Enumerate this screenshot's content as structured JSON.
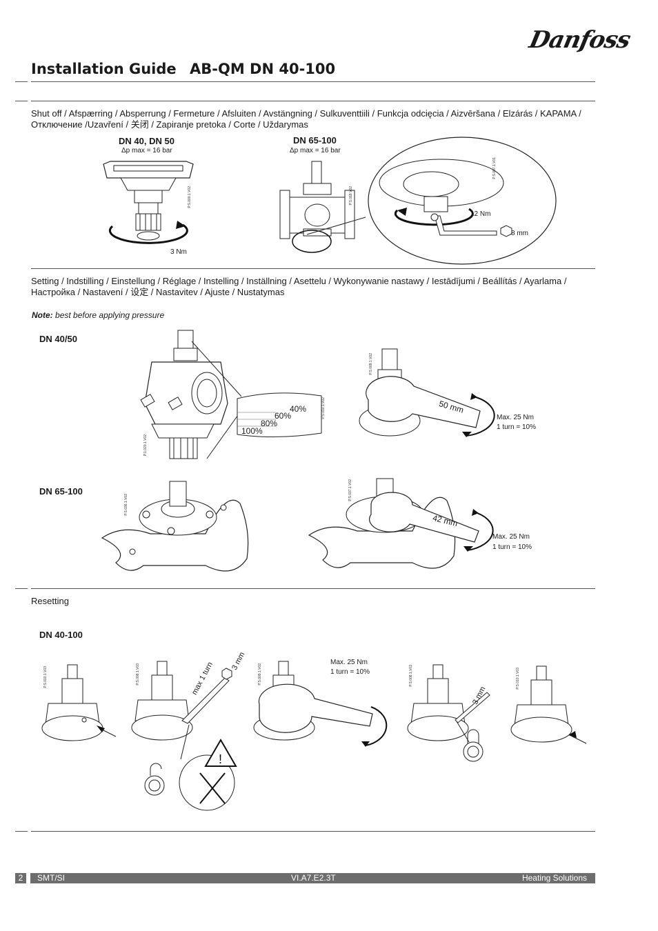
{
  "brand": {
    "logo_text": "Danfoss"
  },
  "header": {
    "title": "Installation Guide",
    "product": "AB-QM DN 40-100"
  },
  "shutoff": {
    "languages": "Shut off / Afspærring / Absperrung / Fermeture / Afsluiten / Avstängning / Sulkuventtiili / Funkcja odcięcia / Aizvēršana / Elzárás / KAPAMA / Отключение /Uzavření / 关闭 / Zapiranje pretoka / Corte / Uždarymas",
    "left": {
      "dn": "DN 40, DN 50",
      "dp": "Δp max = 16 bar",
      "torque": "3 Nm",
      "code": "P.S.000.1.V02"
    },
    "right": {
      "dn": "DN 65-100",
      "dp": "Δp max = 16 bar",
      "torque": "12 Nm",
      "key": "8 mm",
      "code": "P.S.007.1.V01",
      "code2": "P.S.018.V02"
    }
  },
  "setting": {
    "languages": "Setting / Indstilling / Einstellung / Réglage / Instelling / Inställning / Asettelu / Wykonywanie nastawy / Iestādījumi / Beállítás / Ayarlama / Настройка / Nastavení / 设定 / Nastavitev / Ajuste / Nustatymas",
    "note_label": "Note:",
    "note_text": "best before applying pressure",
    "dn4050": {
      "label": "DN 40/50",
      "scale": [
        "40%",
        "60%",
        "80%",
        "100%"
      ],
      "wrench": "50 mm",
      "max_torque": "Max. 25 Nm",
      "turn": "1 turn = 10%",
      "code_a": "P.1.020.1.V02",
      "code_b": "P.S.010.1.V02",
      "code_c": "P.S.009.1.V02"
    },
    "dn65100": {
      "label": "DN 65-100",
      "wrench": "42 mm",
      "max_torque": "Max. 25 Nm",
      "turn": "1 turn = 10%",
      "code_a": "P.S.036.1.V02",
      "code_b": "P.S.037.1.V02"
    }
  },
  "resetting": {
    "title": "Resetting",
    "label": "DN 40-100",
    "key": "3 mm",
    "max_turn": "max 1 turn",
    "max_torque": "Max. 25 Nm",
    "turn": "1 turn = 10%",
    "codes": [
      "P.S.010.1.V03",
      "P.S.008.1.V03",
      "P.S.009.1.V02",
      "P.S.008.1.V03",
      "P.S.010.1.V03"
    ]
  },
  "footer": {
    "page": "2",
    "code": "SMT/SI",
    "doc": "VI.A7.E2.3T",
    "division": "Heating Solutions"
  }
}
